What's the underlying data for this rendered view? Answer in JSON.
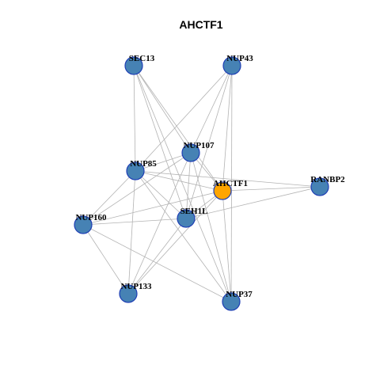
{
  "title": "AHCTF1",
  "colors": {
    "focus": "#FFA500",
    "node": "#4682B4",
    "edge": "#B3B3B3",
    "border": "#1F3FB5"
  },
  "nodes": [
    {
      "id": "SEC13",
      "label": "SEC13",
      "focus": false
    },
    {
      "id": "NUP43",
      "label": "NUP43",
      "focus": false
    },
    {
      "id": "NUP107",
      "label": "NUP107",
      "focus": false
    },
    {
      "id": "NUP85",
      "label": "NUP85",
      "focus": false
    },
    {
      "id": "AHCTF1",
      "label": "AHCTF1",
      "focus": true
    },
    {
      "id": "RANBP2",
      "label": "RANBP2",
      "focus": false
    },
    {
      "id": "SEH1L",
      "label": "SEH1L",
      "focus": false
    },
    {
      "id": "NUP160",
      "label": "NUP160",
      "focus": false
    },
    {
      "id": "NUP133",
      "label": "NUP133",
      "focus": false
    },
    {
      "id": "NUP37",
      "label": "NUP37",
      "focus": false
    }
  ],
  "edges": [
    [
      "SEC13",
      "NUP107"
    ],
    [
      "SEC13",
      "NUP85"
    ],
    [
      "SEC13",
      "AHCTF1"
    ],
    [
      "SEC13",
      "SEH1L"
    ],
    [
      "SEC13",
      "NUP37"
    ],
    [
      "NUP43",
      "NUP107"
    ],
    [
      "NUP43",
      "NUP85"
    ],
    [
      "NUP43",
      "AHCTF1"
    ],
    [
      "NUP43",
      "SEH1L"
    ],
    [
      "NUP43",
      "NUP37"
    ],
    [
      "NUP107",
      "NUP85"
    ],
    [
      "NUP107",
      "AHCTF1"
    ],
    [
      "NUP107",
      "SEH1L"
    ],
    [
      "NUP107",
      "NUP160"
    ],
    [
      "NUP107",
      "NUP133"
    ],
    [
      "NUP107",
      "NUP37"
    ],
    [
      "NUP85",
      "AHCTF1"
    ],
    [
      "NUP85",
      "SEH1L"
    ],
    [
      "NUP85",
      "NUP160"
    ],
    [
      "NUP85",
      "NUP133"
    ],
    [
      "NUP85",
      "NUP37"
    ],
    [
      "NUP85",
      "RANBP2"
    ],
    [
      "AHCTF1",
      "RANBP2"
    ],
    [
      "AHCTF1",
      "SEH1L"
    ],
    [
      "AHCTF1",
      "NUP160"
    ],
    [
      "AHCTF1",
      "NUP133"
    ],
    [
      "AHCTF1",
      "NUP37"
    ],
    [
      "RANBP2",
      "SEH1L"
    ],
    [
      "SEH1L",
      "NUP160"
    ],
    [
      "SEH1L",
      "NUP133"
    ],
    [
      "NUP160",
      "NUP133"
    ],
    [
      "NUP160",
      "NUP37"
    ]
  ]
}
